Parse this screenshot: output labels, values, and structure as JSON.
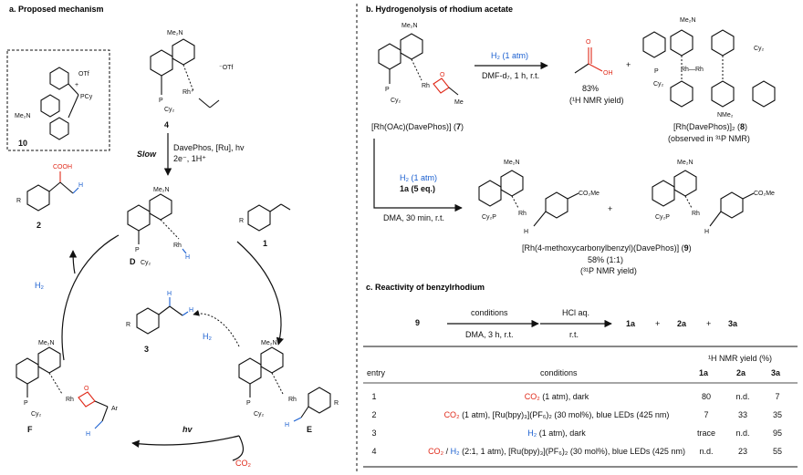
{
  "panel_a": {
    "heading": "a.  Proposed mechanism",
    "cat10": {
      "otf": "OTf",
      "plus": "+",
      "pcy2": "PCy",
      "me2n": "Me₂N",
      "label": "10"
    },
    "cmp4": {
      "me2n": "Me₂N",
      "rh": "Rh⁺",
      "otf": "⁻OTf",
      "p": "P",
      "cy2": "Cy₂",
      "label": "4"
    },
    "step_slow": "Slow",
    "step_reagents1": "DavePhos, [Ru], hv",
    "step_reagents2": "2e⁻, 1H⁺",
    "D": {
      "me2n": "Me₂N",
      "p": "P",
      "rh": "Rh",
      "h": "H",
      "cy2": "Cy₂",
      "label": "D"
    },
    "cmp2": {
      "cooh": "COOH",
      "r": "R",
      "h": "H",
      "label": "2"
    },
    "cmp1": {
      "r": "R",
      "label": "1"
    },
    "h2_left": "H₂",
    "cmp3": {
      "r": "R",
      "h1": "H",
      "h2": "H",
      "label": "3"
    },
    "h2_mid": "H₂",
    "F": {
      "me2n": "Me₂N",
      "p": "P",
      "rh": "Rh",
      "o": "O",
      "cy2": "Cy₂",
      "ar": "Ar",
      "h": "H",
      "label": "F"
    },
    "E": {
      "me2n": "Me₂N",
      "p": "P",
      "rh": "Rh",
      "cy2": "Cy₂",
      "r": "R",
      "h": "H",
      "label": "E"
    },
    "hv": "hv",
    "co2": "CO₂"
  },
  "panel_b": {
    "heading": "b.  Hydrogenolysis of rhodium acetate",
    "cmp7": {
      "me2n": "Me₂N",
      "p": "P",
      "rh": "Rh",
      "o": "O",
      "cy2": "Cy₂",
      "me": "Me",
      "name": "[Rh(OAc)(DavePhos)] (",
      "num": "7",
      "close": ")"
    },
    "arrow1_top": "H₂ (1 atm)",
    "arrow1_bottom": "DMF-d₇, 1 h, r.t.",
    "acid": {
      "o": "O",
      "oh": "OH",
      "yield": "83%",
      "note": "(¹H NMR yield)"
    },
    "plus": "+",
    "cmp8": {
      "me2n": "Me₂N",
      "nme2": "NMe₂",
      "cy2a": "Cy₂",
      "cy2b": "Cy₂",
      "p": "P",
      "rhrh": "Rh—Rh",
      "name": "[Rh(DavePhos)]₂ (",
      "num": "8",
      "close": ")",
      "observed": "(observed in ³¹P NMR)"
    },
    "arrow2_top1": "H₂ (1 atm)",
    "arrow2_top2": "1a (5 eq.)",
    "arrow2_bottom": "DMA, 30 min, r.t.",
    "cmp9a": {
      "me2n": "Me₂N",
      "cy2p": "Cy₂P",
      "rh": "Rh",
      "co2me": "CO₂Me",
      "h": "H"
    },
    "cmp9b": {
      "me2n": "Me₂N",
      "cy2p": "Cy₂P",
      "rh": "Rh",
      "co2me": "CO₂Me",
      "h": "H"
    },
    "cmp9_name": "[Rh(4-methoxycarbonylbenzyl)(DavePhos)] (",
    "cmp9_num": "9",
    "cmp9_close": ")",
    "cmp9_yield": "58% (1:1)",
    "cmp9_note": "(³¹P NMR yield)"
  },
  "panel_c": {
    "heading": "c.  Reactivity of benzylrhodium",
    "reactant": "9",
    "cond_top": "conditions",
    "cond_bottom": "DMA, 3 h, r.t.",
    "hcl_top": "HCl aq.",
    "hcl_bottom": "r.t.",
    "products": [
      "1a",
      "+",
      "2a",
      "+",
      "3a"
    ],
    "nmr_header": "¹H NMR yield (%)",
    "columns": [
      "entry",
      "conditions",
      "1a",
      "2a",
      "3a"
    ],
    "rows": [
      {
        "entry": "1",
        "parts": [
          {
            "t": "CO₂",
            "c": "red"
          },
          {
            "t": " (1 atm), dark",
            "c": "black"
          }
        ],
        "v1": "80",
        "v2": "n.d.",
        "v3": "7"
      },
      {
        "entry": "2",
        "parts": [
          {
            "t": "CO₂",
            "c": "red"
          },
          {
            "t": " (1 atm), [Ru(bpy)₃](PF₆)₂ (30 mol%), blue LEDs (425 nm)",
            "c": "black"
          }
        ],
        "v1": "7",
        "v2": "33",
        "v3": "35"
      },
      {
        "entry": "3",
        "parts": [
          {
            "t": "H₂",
            "c": "blue"
          },
          {
            "t": " (1 atm), dark",
            "c": "black"
          }
        ],
        "v1": "trace",
        "v2": "n.d.",
        "v3": "95"
      },
      {
        "entry": "4",
        "parts": [
          {
            "t": "CO₂",
            "c": "red"
          },
          {
            "t": " / ",
            "c": "black"
          },
          {
            "t": "H₂",
            "c": "blue"
          },
          {
            "t": " (2:1, 1 atm), [Ru(bpy)₃](PF₆)₂ (30 mol%), blue LEDs (425 nm)",
            "c": "black"
          }
        ],
        "v1": "n.d.",
        "v2": "23",
        "v3": "55"
      }
    ]
  }
}
